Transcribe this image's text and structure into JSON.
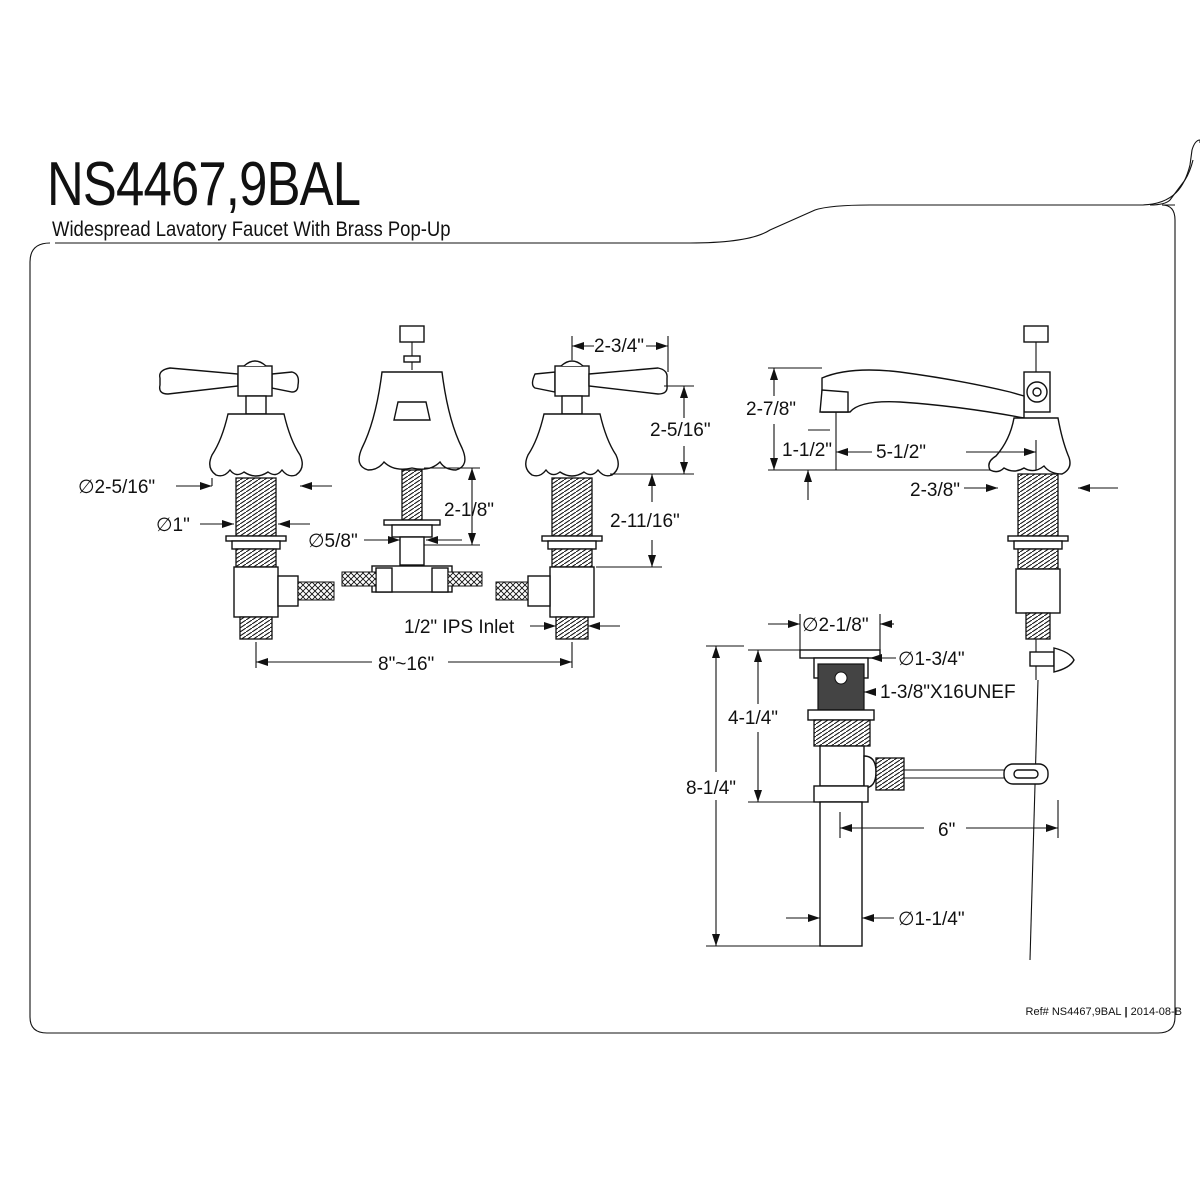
{
  "title": "NS4467,9BAL",
  "subtitle": "Widespread Lavatory Faucet With Brass Pop-Up",
  "reference": {
    "ref": "Ref# NS4467,9BAL",
    "separator": "|",
    "date": "2014-08-B"
  },
  "dimensions": {
    "handle_flange_dia": "∅2-5/16\"",
    "shank_dia": "∅1\"",
    "spout_shank_dia": "∅5/8\"",
    "spout_shank_height": "2-1/8\"",
    "handle_width": "2-3/4\"",
    "handle_height": "2-5/16\"",
    "shank_length": "2-11/16\"",
    "inlet": "1/2\" IPS Inlet",
    "spread": "8\"~16\"",
    "spout_height": "2-7/8\"",
    "spout_clearance": "1-1/2\"",
    "spout_reach": "5-1/2\"",
    "spout_base_dia": "2-3/8\"",
    "drain_flange_dia": "∅2-1/8\"",
    "drain_dia": "∅1-3/4\"",
    "drain_thread": "1-3/8\"X16UNEF",
    "drain_body_height": "4-1/4\"",
    "drain_total_height": "8-1/4\"",
    "pivot_rod_length": "6\"",
    "tailpiece_dia": "∅1-1/4\""
  },
  "colors": {
    "line": "#111111",
    "background": "#ffffff",
    "shading": "#444444"
  }
}
